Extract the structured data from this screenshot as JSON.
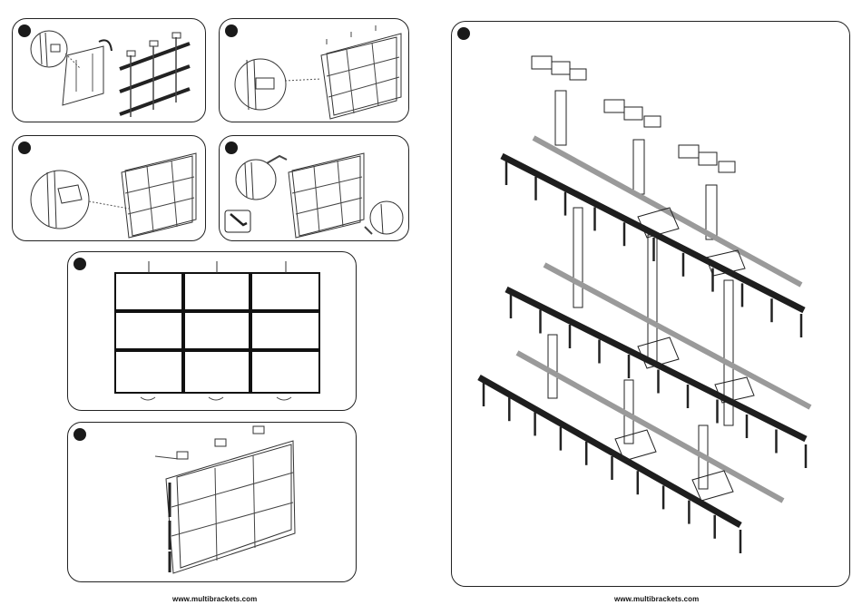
{
  "page": {
    "footer_left": "www.multibrackets.com",
    "footer_right": "www.multibrackets.com"
  },
  "steps": [
    {
      "id": "step-1",
      "description": "Attach brackets to display and hang on rails"
    },
    {
      "id": "step-2",
      "description": "Hang displays on rail system"
    },
    {
      "id": "step-3",
      "description": "Secure hooks with locking latch"
    },
    {
      "id": "step-4",
      "description": "Adjust with hex key"
    },
    {
      "id": "step-5",
      "description": "Front view of 3x3 video wall with alignment adjusters"
    },
    {
      "id": "step-6",
      "description": "Completed ceiling-mounted 3x3 video wall"
    },
    {
      "id": "step-7",
      "description": "Exploded view of ceiling-mount rail assembly"
    }
  ],
  "tool_icon": "hex-key-icon",
  "colors": {
    "line": "#222222",
    "rail_dark": "#1e1e1e",
    "rail_light": "#9a9a9a"
  }
}
